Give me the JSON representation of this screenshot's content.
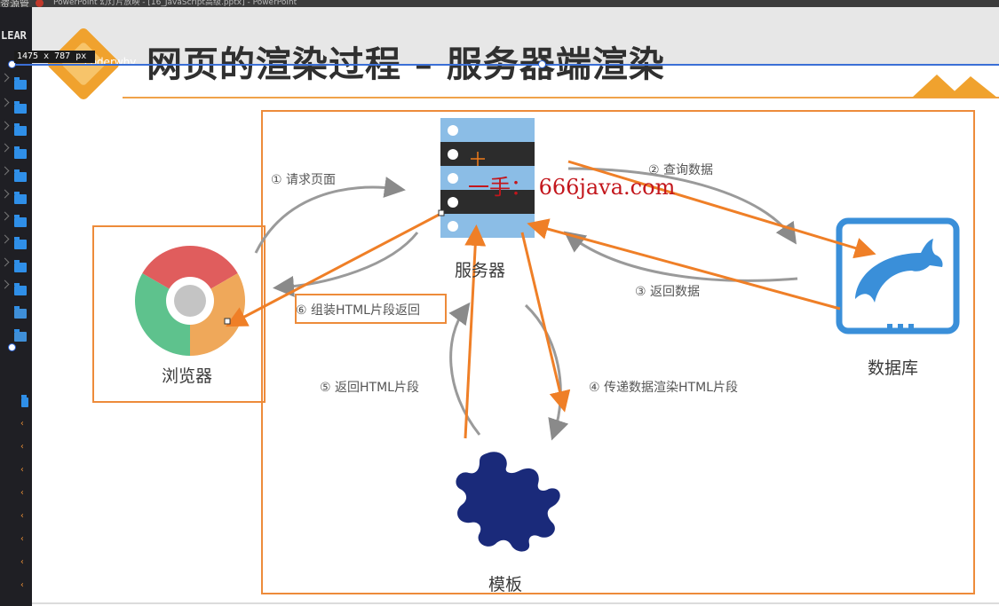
{
  "window": {
    "panel_label": "资源管",
    "title_text": "PowerPoint 幻灯片放映 - [16_JavaScript高级.pptx] - PowerPoint",
    "size_tag": "1475 x 787  px",
    "side_label": "LEAR"
  },
  "slide": {
    "title": "网页的渲染过程 – 服务器端渲染",
    "logo_text": "coderwhy",
    "watermark": "一手： 666java.com"
  },
  "nodes": {
    "server": "服务器",
    "browser": "浏览器",
    "database": "数据库",
    "template": "模板"
  },
  "steps": {
    "s1": "① 请求页面",
    "s2": "② 查询数据",
    "s3": "③ 返回数据",
    "s4": "④ 传递数据渲染HTML片段",
    "s5": "⑤ 返回HTML片段",
    "s6": "⑥ 组装HTML片段返回"
  },
  "colors": {
    "accent_orange": "#ed8b3a",
    "server_blue": "#8bbde6",
    "db_blue": "#3a8fd9",
    "template_navy": "#1a2a7a",
    "watermark_red": "#c3161c"
  },
  "icons": {
    "server": "server-rack-icon",
    "browser": "chrome-browser-icon",
    "database": "dolphin-database-icon",
    "template": "puzzle-piece-icon"
  }
}
